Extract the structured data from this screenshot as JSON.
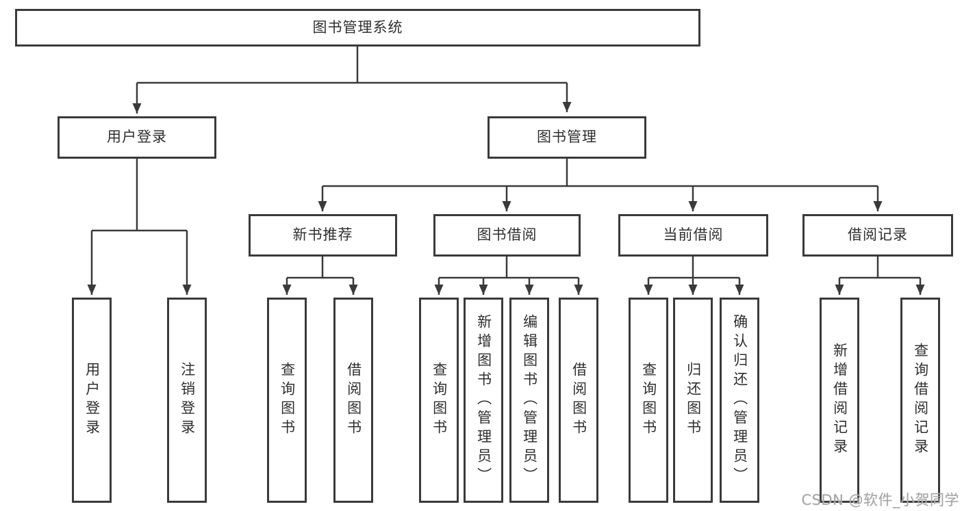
{
  "diagram": {
    "type": "hierarchy-tree",
    "colors": {
      "line": "#3a3a3a",
      "text": "#2f2f2f",
      "background": "#ffffff",
      "watermark": "#a6a6a6"
    },
    "nodes": {
      "root": {
        "label": "图书管理系统"
      },
      "level2": [
        {
          "label": "用户登录"
        },
        {
          "label": "图书管理"
        }
      ],
      "level3": [
        {
          "label": "新书推荐",
          "parent": "图书管理"
        },
        {
          "label": "图书借阅",
          "parent": "图书管理"
        },
        {
          "label": "当前借阅",
          "parent": "图书管理"
        },
        {
          "label": "借阅记录",
          "parent": "图书管理"
        }
      ],
      "leaves": [
        {
          "label": "用户登录",
          "parent": "用户登录"
        },
        {
          "label": "注销登录",
          "parent": "用户登录"
        },
        {
          "label": "查询图书",
          "parent": "新书推荐"
        },
        {
          "label": "借阅图书",
          "parent": "新书推荐"
        },
        {
          "label": "查询图书",
          "parent": "图书借阅"
        },
        {
          "label": "新增图书（管理员）",
          "parent": "图书借阅"
        },
        {
          "label": "编辑图书（管理员）",
          "parent": "图书借阅"
        },
        {
          "label": "借阅图书",
          "parent": "图书借阅"
        },
        {
          "label": "查询图书",
          "parent": "当前借阅"
        },
        {
          "label": "归还图书",
          "parent": "当前借阅"
        },
        {
          "label": "确认归还（管理员）",
          "parent": "当前借阅"
        },
        {
          "label": "新增借阅记录",
          "parent": "借阅记录"
        },
        {
          "label": "查询借阅记录",
          "parent": "借阅记录"
        }
      ]
    }
  },
  "watermark": "CSDN @软件_小贺同学"
}
